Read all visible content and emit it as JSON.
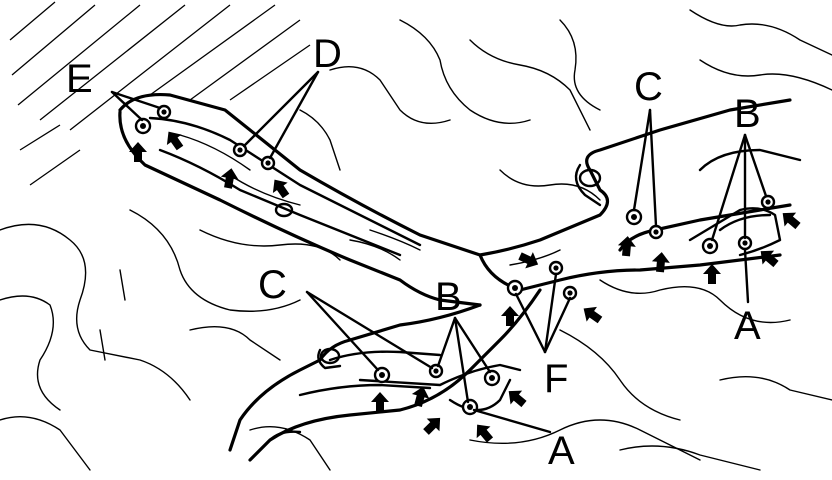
{
  "labels": {
    "e": "E",
    "d": "D",
    "c_top": "C",
    "b_top": "B",
    "a_right": "A",
    "c_bottom": "C",
    "b_bottom": "B",
    "f": "F",
    "a_bottom": "A"
  },
  "colors": {
    "ink": "#000000",
    "paper": "#ffffff"
  }
}
